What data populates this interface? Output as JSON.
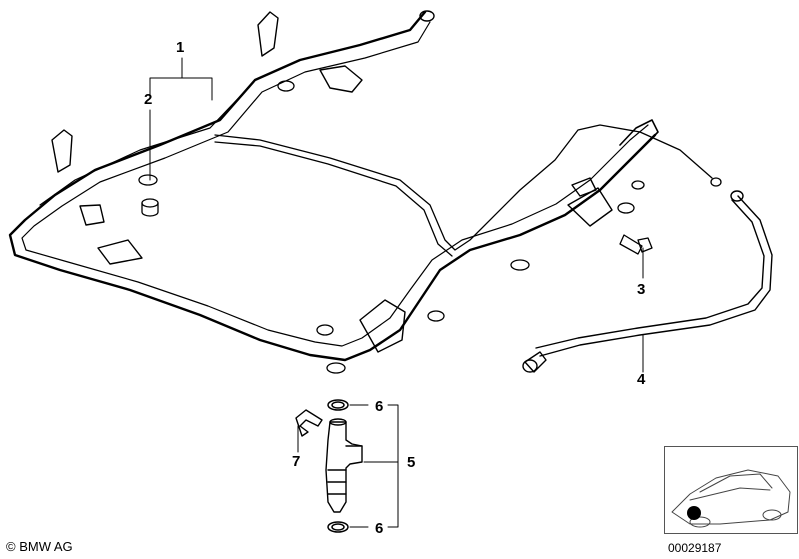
{
  "callouts": {
    "c1": "1",
    "c2": "2",
    "c3": "3",
    "c4": "4",
    "c5": "5",
    "c6a": "6",
    "c6b": "6",
    "c7": "7"
  },
  "footer": {
    "copyright": "© BMW AG",
    "diagram_number": "00029187"
  },
  "colors": {
    "line": "#000000",
    "fill": "#ffffff",
    "marker": "#000000"
  }
}
